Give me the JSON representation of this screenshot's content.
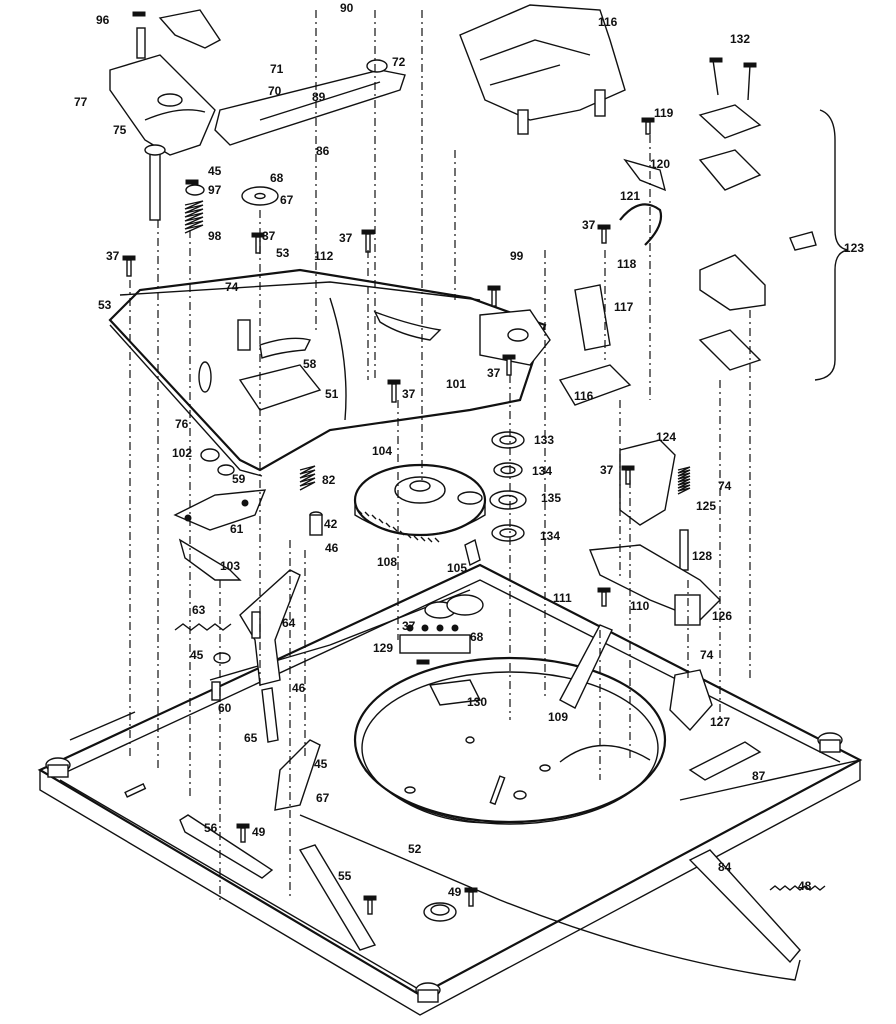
{
  "labels": [
    "96",
    "90",
    "116",
    "132",
    "71",
    "72",
    "70",
    "77",
    "89",
    "75",
    "119",
    "86",
    "45",
    "68",
    "120",
    "97",
    "67",
    "121",
    "37",
    "98",
    "37",
    "123",
    "37",
    "53",
    "112",
    "99",
    "118",
    "37",
    "53",
    "74",
    "117",
    "58",
    "37",
    "116",
    "101",
    "51",
    "37",
    "76",
    "104",
    "133",
    "124",
    "102",
    "134",
    "37",
    "74",
    "59",
    "82",
    "135",
    "125",
    "61",
    "42",
    "134",
    "46",
    "108",
    "128",
    "103",
    "105",
    "111",
    "110",
    "63",
    "64",
    "68",
    "126",
    "129",
    "37",
    "74",
    "45",
    "130",
    "46",
    "60",
    "127",
    "109",
    "65",
    "45",
    "87",
    "67",
    "56",
    "49",
    "52",
    "84",
    "55",
    "49",
    "48"
  ]
}
